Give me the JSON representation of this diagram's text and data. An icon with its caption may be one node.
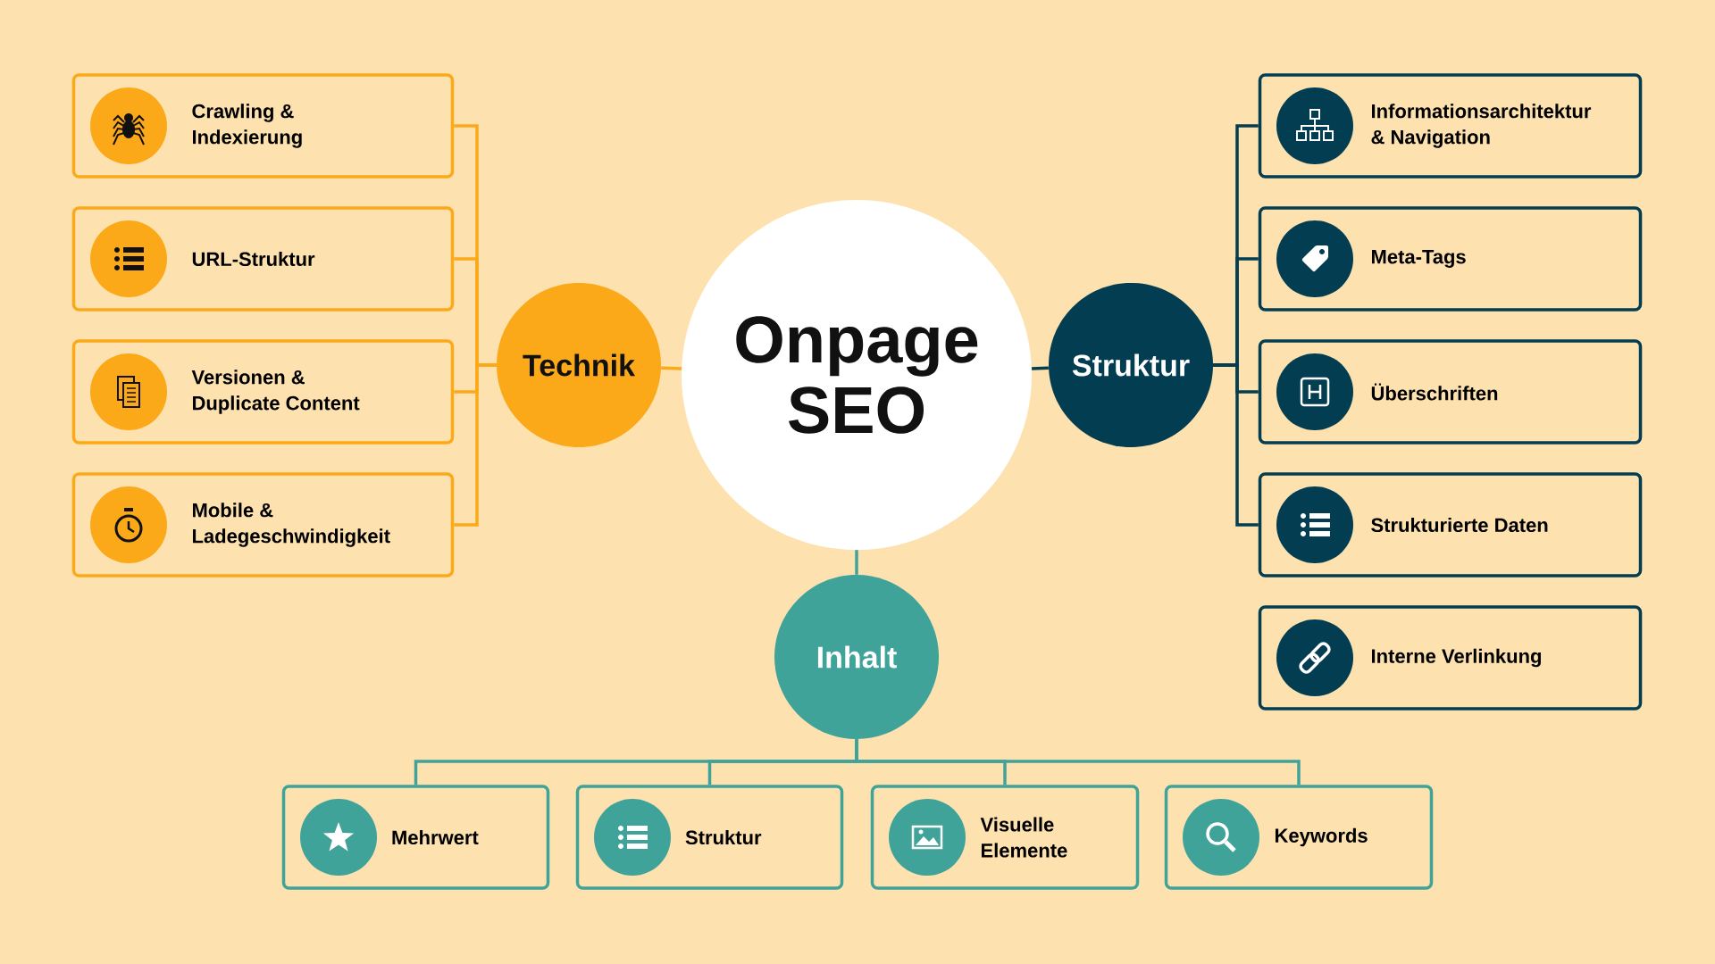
{
  "diagram": {
    "nodes": [
      {
        "text": [
          "Onpage SEO"
        ]
      },
      {
        "text": [
          "Technik"
        ]
      },
      {
        "text": [
          "Crawling & Indexierung"
        ]
      },
      {
        "text": [
          "URL-Struktur"
        ]
      },
      {
        "text": [
          "Versionen & Duplicate Content"
        ]
      },
      {
        "text": [
          "Mobile & Ladegeschwindigkeit"
        ]
      },
      {
        "text": [
          "Struktur"
        ]
      },
      {
        "text": [
          "Informationsarchitektur & Navigation"
        ]
      },
      {
        "text": [
          "Meta-Tags"
        ]
      },
      {
        "text": [
          "Überschriften"
        ]
      },
      {
        "text": [
          "Strukturierte Daten"
        ]
      },
      {
        "text": [
          "Interne Verlinkung"
        ]
      },
      {
        "text": [
          "Inhalt"
        ]
      },
      {
        "text": [
          "Mehrwert"
        ]
      },
      {
        "text": [
          "Struktur"
        ]
      },
      {
        "text": [
          "Visuelle Elemente"
        ]
      },
      {
        "text": [
          "Keywords"
        ]
      }
    ],
    "edges": [
      {
        "from": 0,
        "to": 1,
        "arrow": "none",
        "color": "#fba919"
      },
      {
        "from": 1,
        "to": 2,
        "arrow": "none",
        "color": "#fba919"
      },
      {
        "from": 1,
        "to": 3,
        "arrow": "none",
        "color": "#fba919"
      },
      {
        "from": 1,
        "to": 4,
        "arrow": "none",
        "color": "#fba919"
      },
      {
        "from": 1,
        "to": 5,
        "arrow": "none",
        "color": "#fba919"
      },
      {
        "from": 0,
        "to": 6,
        "arrow": "none",
        "color": "#023d52"
      },
      {
        "from": 6,
        "to": 7,
        "arrow": "none",
        "color": "#023d52"
      },
      {
        "from": 6,
        "to": 8,
        "arrow": "none",
        "color": "#023d52"
      },
      {
        "from": 6,
        "to": 9,
        "arrow": "none",
        "color": "#023d52"
      },
      {
        "from": 6,
        "to": 10,
        "arrow": "none",
        "color": "#023d52"
      },
      {
        "from": 0,
        "to": 12,
        "arrow": "none",
        "color": "#40a399"
      },
      {
        "from": 12,
        "to": 13,
        "arrow": "none",
        "color": "#40a399"
      },
      {
        "from": 12,
        "to": 14,
        "arrow": "none",
        "color": "#40a399"
      },
      {
        "from": 12,
        "to": 15,
        "arrow": "none",
        "color": "#40a399"
      },
      {
        "from": 12,
        "to": 16,
        "arrow": "none",
        "color": "#40a399"
      }
    ]
  }
}
